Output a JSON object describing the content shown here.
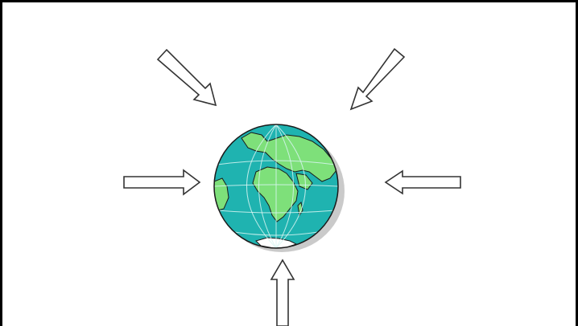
{
  "diagram": {
    "subject": "globe",
    "arrows": [
      {
        "id": "top-left",
        "direction": "down-right"
      },
      {
        "id": "top-right",
        "direction": "down-left"
      },
      {
        "id": "left",
        "direction": "right"
      },
      {
        "id": "right",
        "direction": "left"
      },
      {
        "id": "bottom",
        "direction": "up"
      }
    ]
  },
  "colors": {
    "ocean": "#1fb3b0",
    "land": "#7ee07a",
    "ice": "#ffffff",
    "outline": "#1a1a1a",
    "arrow_fill": "#ffffff",
    "arrow_stroke": "#333333",
    "frame": "#000000"
  }
}
